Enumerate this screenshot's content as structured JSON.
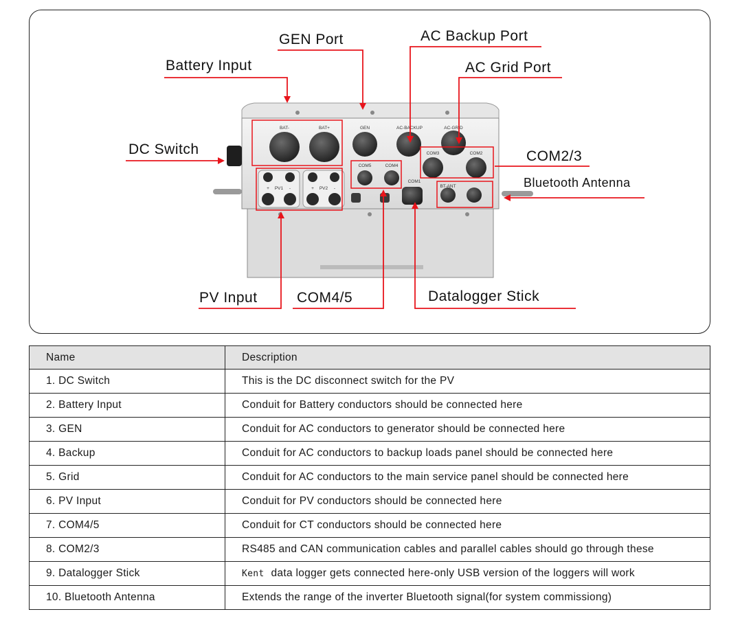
{
  "callouts": {
    "gen_port": "GEN Port",
    "ac_backup_port": "AC Backup Port",
    "battery_input": "Battery Input",
    "ac_grid_port": "AC Grid Port",
    "dc_switch": "DC Switch",
    "com23": "COM2/3",
    "bluetooth_antenna": "Bluetooth Antenna",
    "pv_input": "PV Input",
    "com45": "COM4/5",
    "datalogger_stick": "Datalogger Stick"
  },
  "device_labels": {
    "bat_minus": "BAT-",
    "bat_plus": "BAT+",
    "gen": "GEN",
    "ac_backup": "AC-BACKUP",
    "ac_grid": "AC-GRID",
    "com3": "COM3",
    "com2": "COM2",
    "com5": "COM5",
    "com4": "COM4",
    "com1": "COM1",
    "bt_ant": "BT-ANT",
    "pv1": "PV1",
    "pv2": "PV2",
    "plus": "+",
    "minus": "-"
  },
  "colors": {
    "accent": "#e8141b",
    "outline": "#222222",
    "header_bg": "#e3e3e3"
  },
  "table": {
    "headers": [
      "Name",
      "Description"
    ],
    "rows": [
      {
        "name": "1. DC Switch",
        "brand": "",
        "desc": "This is the DC disconnect switch for the PV"
      },
      {
        "name": "2. Battery Input",
        "brand": "",
        "desc": "Conduit for Battery conductors should be connected here"
      },
      {
        "name": "3. GEN",
        "brand": "",
        "desc": "Conduit for AC conductors to generator should be connected here"
      },
      {
        "name": "4. Backup",
        "brand": "",
        "desc": "Conduit for AC conductors to backup loads panel should be connected here"
      },
      {
        "name": "5. Grid",
        "brand": "",
        "desc": "Conduit for AC conductors to the main service panel should be connected here"
      },
      {
        "name": "6. PV Input",
        "brand": "",
        "desc": "Conduit for PV conductors should be connected here"
      },
      {
        "name": "7. COM4/5",
        "brand": "",
        "desc": "Conduit for CT conductors should be connected here"
      },
      {
        "name": "8. COM2/3",
        "brand": "",
        "desc": "RS485 and CAN communication cables and parallel cables should go through these"
      },
      {
        "name": "9. Datalogger Stick",
        "brand": "Kent",
        "desc": "data logger gets connected here-only USB version of the loggers will work"
      },
      {
        "name": "10. Bluetooth Antenna",
        "brand": "",
        "desc": "Extends the range of the inverter Bluetooth signal(for system commissiong)"
      }
    ]
  }
}
